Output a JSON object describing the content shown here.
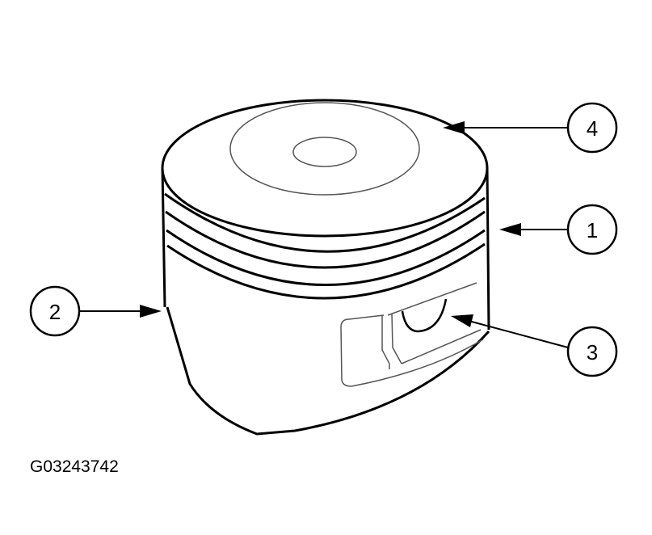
{
  "figure_code": "G03243742",
  "callouts": [
    {
      "number": "1"
    },
    {
      "number": "2"
    },
    {
      "number": "3"
    },
    {
      "number": "4"
    }
  ],
  "colors": {
    "line": "#000000",
    "background": "#ffffff"
  }
}
